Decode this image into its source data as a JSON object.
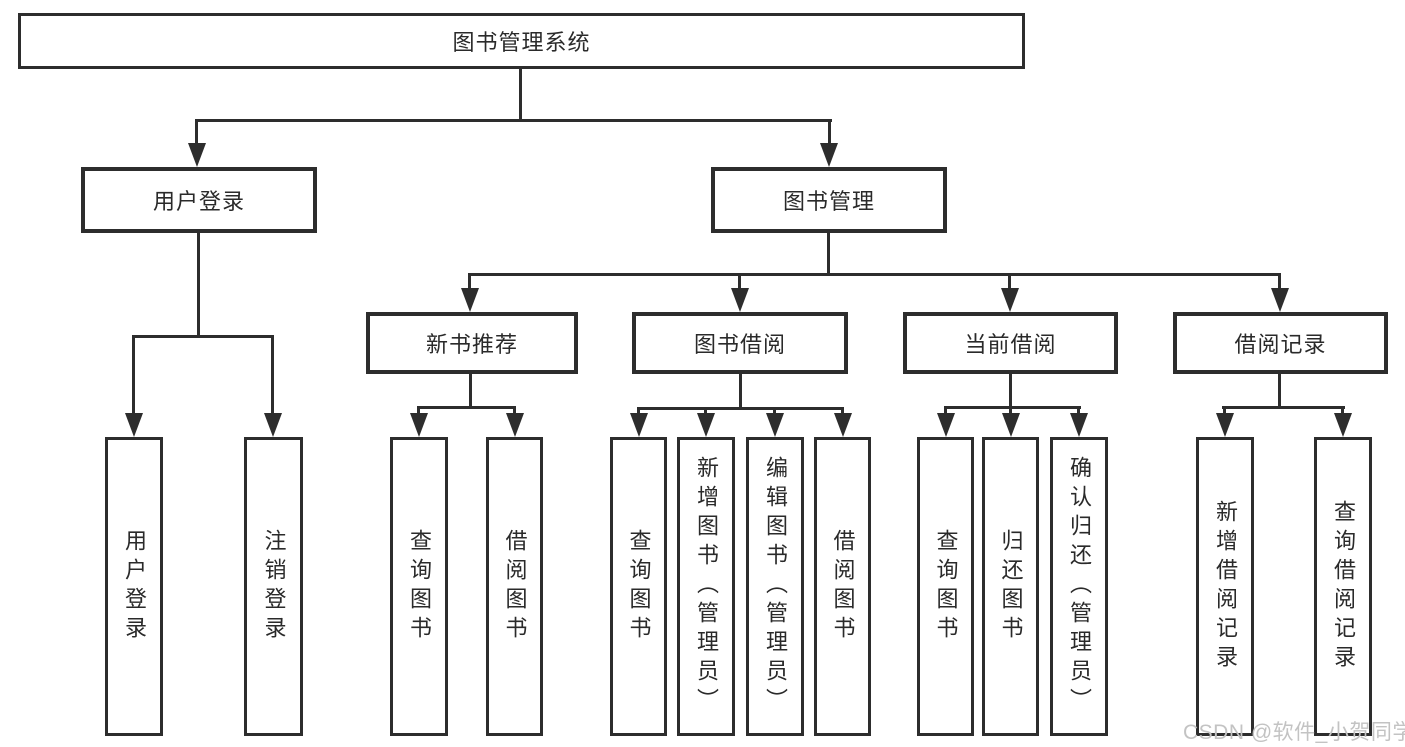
{
  "diagram_type": "functional-structure-tree",
  "tree": {
    "root": {
      "label": "图书管理系统",
      "children": [
        {
          "label": "用户登录",
          "children": [
            {
              "label": "用户登录"
            },
            {
              "label": "注销登录"
            }
          ]
        },
        {
          "label": "图书管理",
          "children": [
            {
              "label": "新书推荐",
              "children": [
                {
                  "label": "查询图书"
                },
                {
                  "label": "借阅图书"
                }
              ]
            },
            {
              "label": "图书借阅",
              "children": [
                {
                  "label": "查询图书"
                },
                {
                  "label": "新增图书（管理员）"
                },
                {
                  "label": "编辑图书（管理员）"
                },
                {
                  "label": "借阅图书"
                }
              ]
            },
            {
              "label": "当前借阅",
              "children": [
                {
                  "label": "查询图书"
                },
                {
                  "label": "归还图书"
                },
                {
                  "label": "确认归还（管理员）"
                }
              ]
            },
            {
              "label": "借阅记录",
              "children": [
                {
                  "label": "新增借阅记录"
                },
                {
                  "label": "查询借阅记录"
                }
              ]
            }
          ]
        }
      ]
    }
  },
  "watermark": {
    "text": "CSDN @软件_小贺同学"
  },
  "colors": {
    "line_color": "#2d2d2d",
    "label_color": "#2a2a2a",
    "watermark_color": "#c3c3c3",
    "bg_color": "#ffffff"
  }
}
